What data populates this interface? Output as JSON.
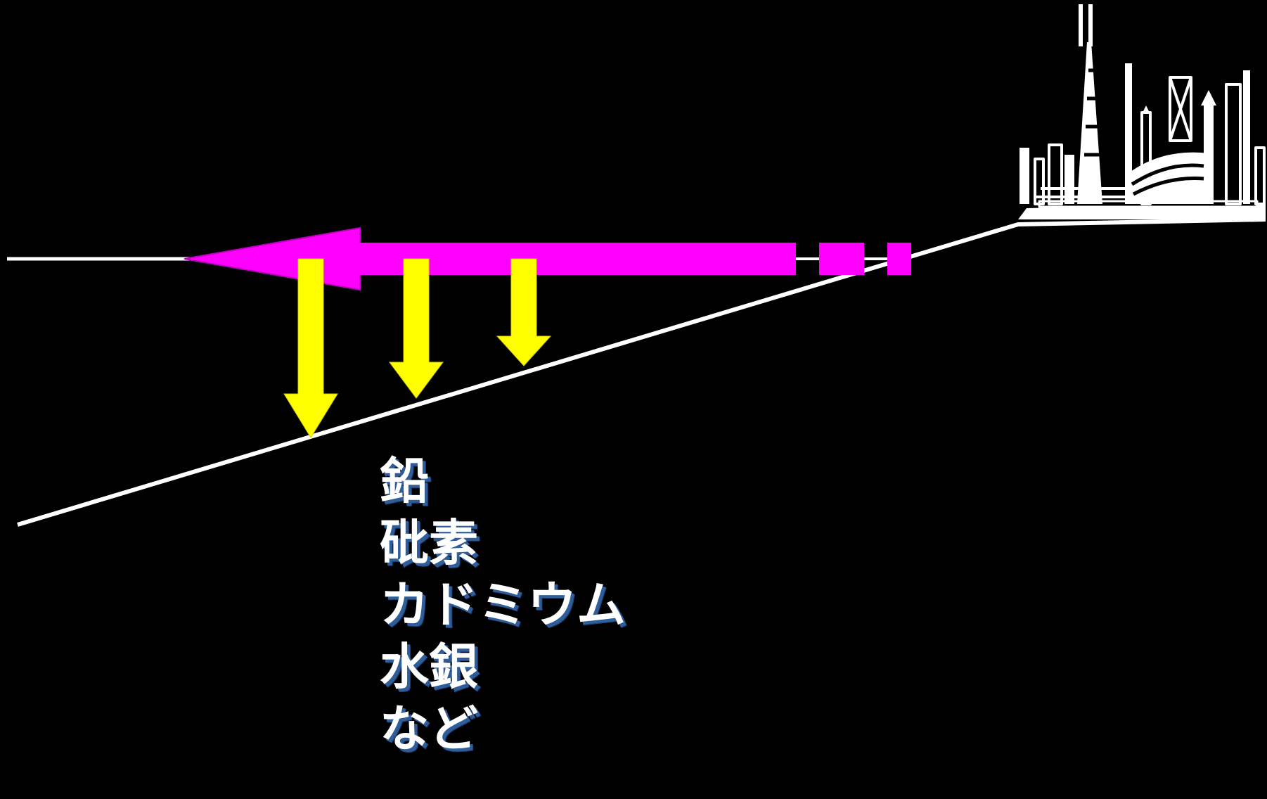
{
  "colors": {
    "background": "#000000",
    "flow_arrow": "#ff00ff",
    "deposition_arrow": "#ffff00",
    "lines": "#ffffff",
    "text": "#ffffff",
    "text_shadow": "#2f5d9a"
  },
  "icons": {
    "city": "city-skyline-icon"
  },
  "substances": [
    "鉛",
    "砒素",
    "カドミウム",
    "水銀",
    "など"
  ]
}
